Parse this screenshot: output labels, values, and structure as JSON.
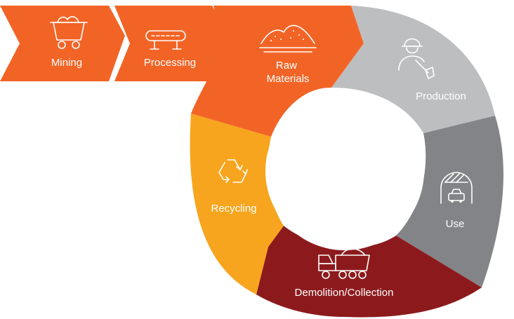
{
  "colors": {
    "orange": "#F26426",
    "light_gray": "#BDBEC0",
    "dark_gray": "#838487",
    "dark_red": "#8C1A1C",
    "amber": "#F7A51E",
    "white": "#FFFFFF"
  },
  "steps": [
    {
      "label": "Mining",
      "icon": "mine-cart-icon",
      "color": "#F26426"
    },
    {
      "label": "Processing",
      "icon": "conveyor-belt-icon",
      "color": "#F26426"
    }
  ],
  "cycle": [
    {
      "label_lines": [
        "Raw",
        "Materials"
      ],
      "icon": "sand-pile-icon",
      "color": "#F26426"
    },
    {
      "label_lines": [
        "Production"
      ],
      "icon": "worker-shovel-icon",
      "color": "#BDBEC0"
    },
    {
      "label_lines": [
        "Use"
      ],
      "icon": "tunnel-car-icon",
      "color": "#838487"
    },
    {
      "label_lines": [
        "Demolition/Collection"
      ],
      "icon": "dump-truck-icon",
      "color": "#8C1A1C"
    },
    {
      "label_lines": [
        "Recycling"
      ],
      "icon": "recycle-icon",
      "color": "#F7A51E"
    }
  ]
}
